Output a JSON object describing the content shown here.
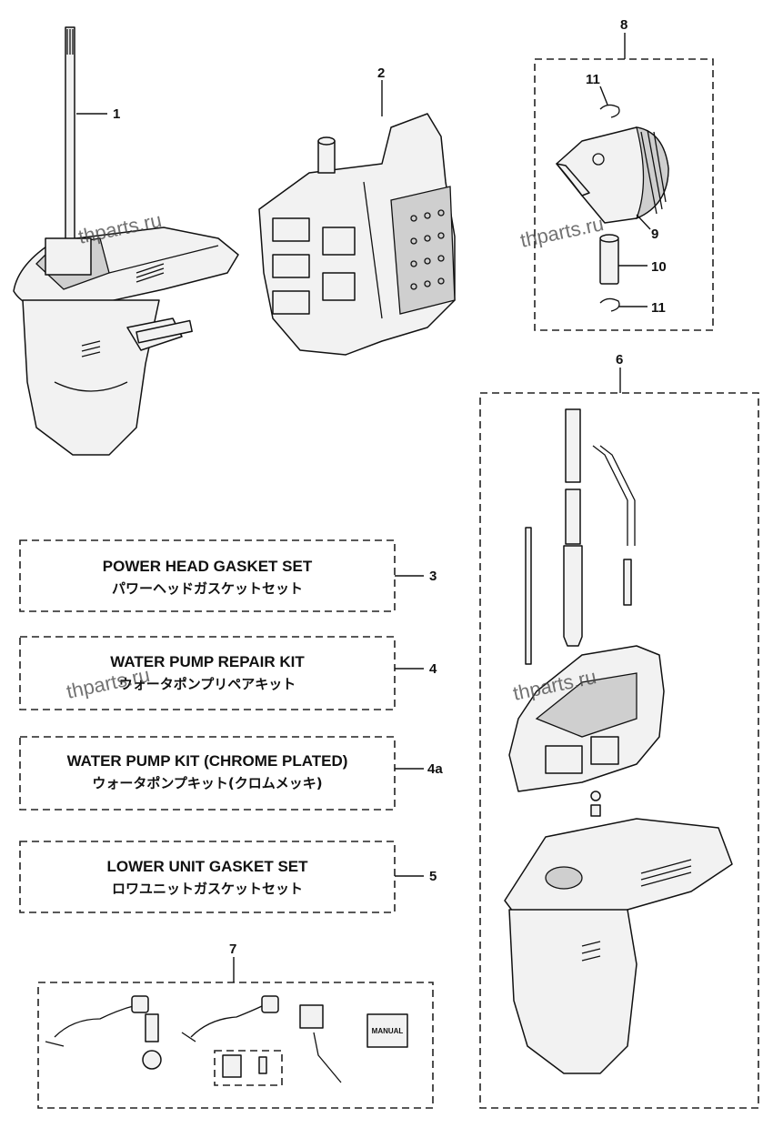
{
  "callouts": {
    "c1": "1",
    "c2": "2",
    "c3": "3",
    "c4": "4",
    "c4a": "4a",
    "c5": "5",
    "c6": "6",
    "c7": "7",
    "c8": "8",
    "c9": "9",
    "c10": "10",
    "c11a": "11",
    "c11b": "11"
  },
  "kits": {
    "power_head": {
      "en": "POWER HEAD GASKET SET",
      "jp": "パワーヘッドガスケットセット"
    },
    "water_pump_repair": {
      "en": "WATER PUMP REPAIR KIT",
      "jp": "ウォータポンプリペアキット"
    },
    "water_pump_kit": {
      "en": "WATER PUMP KIT (CHROME PLATED)",
      "jp": "ウォータポンプキット(クロムメッキ)"
    },
    "lower_unit": {
      "en": "LOWER UNIT GASKET SET",
      "jp": "ロワユニットガスケットセット"
    }
  },
  "manual_label": "MANUAL",
  "watermark": "thparts.ru",
  "icons": [
    "driveshaft-lower-unit",
    "powerhead",
    "piston",
    "wiring-harness"
  ]
}
